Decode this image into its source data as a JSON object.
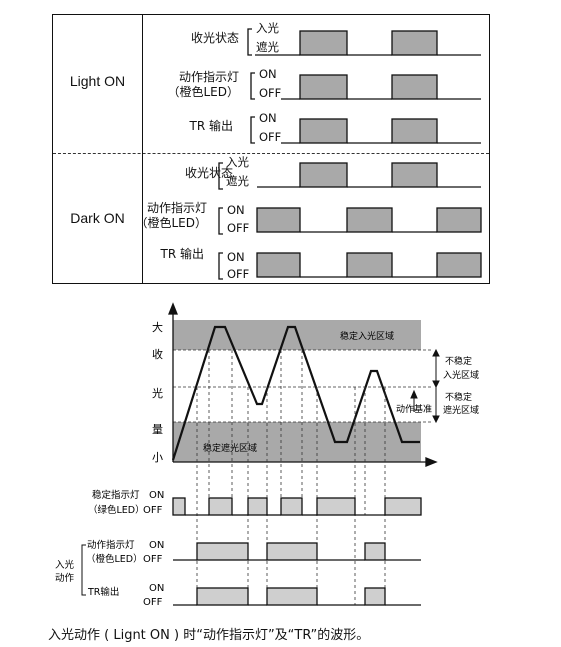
{
  "top_table": {
    "light_on": {
      "mode": "Light ON",
      "rows": [
        {
          "label": "收光状态",
          "levels": [
            "入光",
            "遮光"
          ]
        },
        {
          "label": "动作指示灯\n（橙色LED）",
          "levels": [
            "ON",
            "OFF"
          ]
        },
        {
          "label": "TR 输出",
          "levels": [
            "ON",
            "OFF"
          ]
        }
      ]
    },
    "dark_on": {
      "mode": "Dark ON",
      "rows": [
        {
          "label": "收光状态",
          "levels": [
            "入光",
            "遮光"
          ]
        },
        {
          "label": "动作指示灯\n（橙色LED）",
          "levels": [
            "ON",
            "OFF"
          ]
        },
        {
          "label": "TR 输出",
          "levels": [
            "ON",
            "OFF"
          ]
        }
      ]
    }
  },
  "bottom_diagram": {
    "y_axis_chars": [
      "大",
      "收",
      "光",
      "量",
      "小"
    ],
    "zones": {
      "stable_incident": "稳定入光区域",
      "stable_shade": "稳定遮光区域",
      "unstable_incident": "不稳定\n入光区域",
      "unstable_shade": "不稳定\n遮光区域",
      "threshold": "动作基准"
    },
    "signals": {
      "stable_indicator": {
        "label": "稳定指示灯\n（绿色LED）",
        "levels": [
          "ON",
          "OFF"
        ]
      },
      "action_indicator": {
        "label": "动作指示灯\n（橙色LED）",
        "levels": [
          "ON",
          "OFF"
        ]
      },
      "tr_output": {
        "label": "TR输出",
        "levels": [
          "ON",
          "OFF"
        ]
      },
      "group_label": "入光\n动作"
    }
  },
  "caption": "入光动作 ( Lignt ON ) 时“动作指示灯”及“TR”的波形。",
  "colors": {
    "fill": "#a9a9a9",
    "light_fill": "#cfcfcf",
    "line": "#111111"
  }
}
